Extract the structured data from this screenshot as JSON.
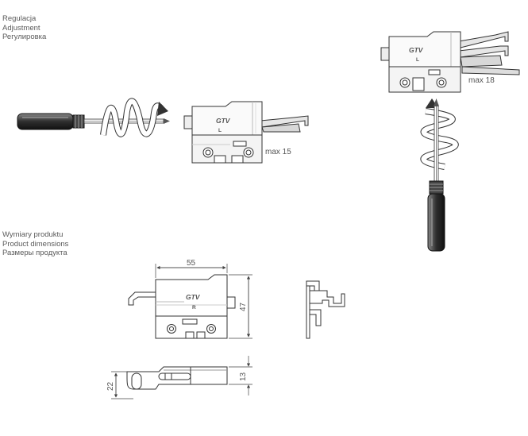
{
  "adjustment_section": {
    "heading_lines": [
      "Regulacja",
      "Adjustment",
      "Регулировка"
    ]
  },
  "dimensions_section": {
    "heading_lines": [
      "Wymiary produktu",
      "Product dimensions",
      "Размеры продукта"
    ]
  },
  "bracket_left": {
    "logo": "GTV",
    "side_letter": "L",
    "adjustment_label": "max 15"
  },
  "bracket_right_top": {
    "logo": "GTV",
    "side_letter": "L",
    "adjustment_label": "max 18"
  },
  "bracket_front_view": {
    "logo": "GTV",
    "side_letter": "R",
    "width_dimension": "55",
    "height_dimension": "47"
  },
  "bracket_bottom_view": {
    "thickness_dimension": "13",
    "depth_dimension": "22"
  }
}
